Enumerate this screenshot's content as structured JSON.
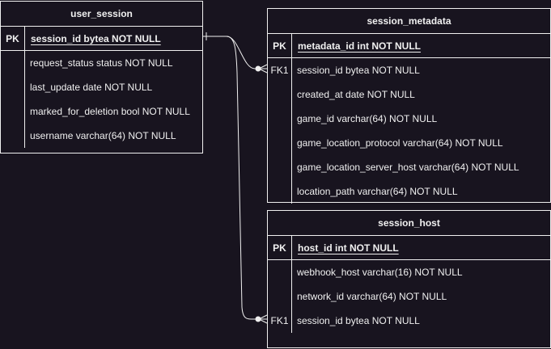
{
  "colors": {
    "background": "#18141f",
    "stroke": "#f0f0f0"
  },
  "tables": {
    "user_session": {
      "title": "user_session",
      "pk": {
        "key": "PK",
        "field": "session_id bytea NOT NULL"
      },
      "fields": [
        {
          "key": "",
          "field": "request_status status NOT NULL"
        },
        {
          "key": "",
          "field": "last_update date NOT NULL"
        },
        {
          "key": "",
          "field": "marked_for_deletion bool NOT NULL"
        },
        {
          "key": "",
          "field": "username varchar(64) NOT NULL"
        }
      ]
    },
    "session_metadata": {
      "title": "session_metadata",
      "pk": {
        "key": "PK",
        "field": "metadata_id int NOT NULL"
      },
      "fields": [
        {
          "key": "FK1",
          "field": "session_id bytea NOT NULL"
        },
        {
          "key": "",
          "field": "created_at date NOT NULL"
        },
        {
          "key": "",
          "field": "game_id varchar(64) NOT NULL"
        },
        {
          "key": "",
          "field": "game_location_protocol varchar(64) NOT NULL"
        },
        {
          "key": "",
          "field": "game_location_server_host varchar(64) NOT NULL"
        },
        {
          "key": "",
          "field": "location_path varchar(64) NOT NULL"
        }
      ]
    },
    "session_host": {
      "title": "session_host",
      "pk": {
        "key": "PK",
        "field": "host_id int NOT NULL"
      },
      "fields": [
        {
          "key": "",
          "field": "webhook_host varchar(16) NOT NULL"
        },
        {
          "key": "",
          "field": "network_id varchar(64) NOT NULL"
        },
        {
          "key": "FK1",
          "field": "session_id bytea NOT NULL"
        }
      ]
    }
  },
  "relationships": [
    {
      "from": "user_session.session_id",
      "to": "session_metadata.session_id",
      "from_cardinality": "one",
      "to_cardinality": "zero-or-many"
    },
    {
      "from": "user_session.session_id",
      "to": "session_host.session_id",
      "from_cardinality": "one",
      "to_cardinality": "zero-or-many"
    }
  ]
}
